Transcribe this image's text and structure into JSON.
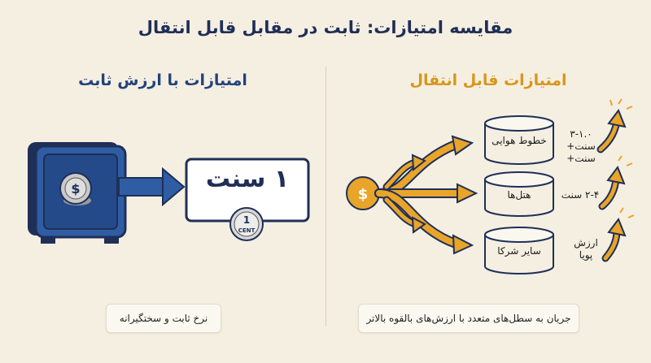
{
  "title": "مقایسه امتیازات: ثابت در مقابل قابل انتقال",
  "left": {
    "heading": "امتیازات با ارزش ثابت",
    "value_box": "۱ سنت",
    "coin_value": "1",
    "coin_unit": "CENT",
    "caption": "نرخ ثابت و سختگیرانه"
  },
  "right": {
    "heading": "امتیازات قابل انتقال",
    "tiers": [
      {
        "name": "خطوط هوایی",
        "rate": "۳-۱.۰ سنت+ سنت+"
      },
      {
        "name": "هتل‌ها",
        "rate": "۲-۴ سنت"
      },
      {
        "name": "سایر شرکا",
        "rate": "ارزش پویا"
      }
    ],
    "caption": "جریان به سطل‌های متعدد با ارزش‌های بالقوه بالاتر"
  },
  "colors": {
    "navy": "#1f2f57",
    "blue": "#2f5da3",
    "gold": "#e8a52a",
    "bg": "#f5efe2"
  }
}
